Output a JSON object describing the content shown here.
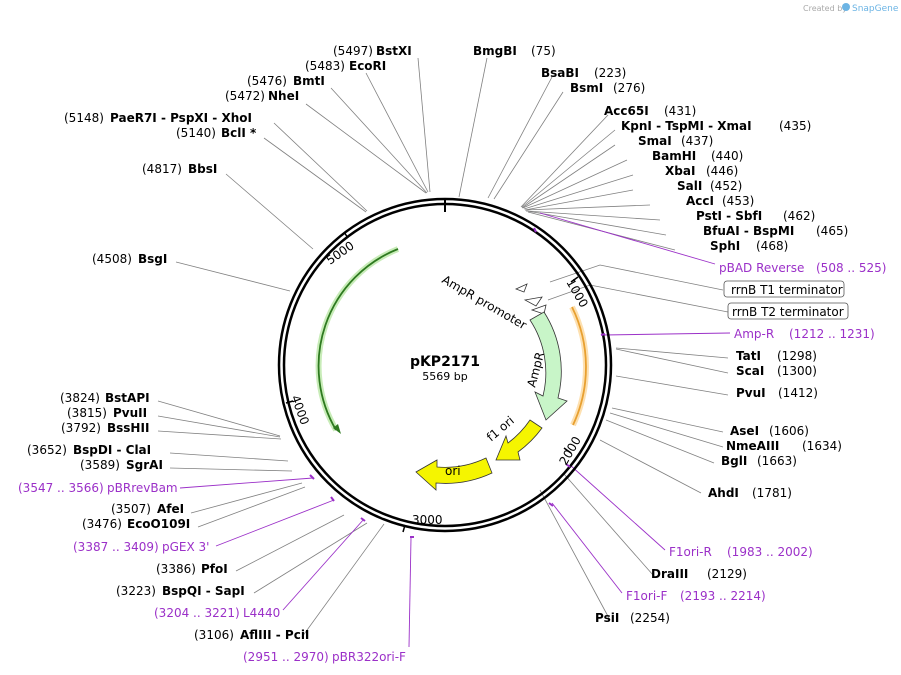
{
  "watermark": "Created by",
  "brand": "SnapGene",
  "plasmid": {
    "name": "pKP2171",
    "size": "5569 bp"
  },
  "ticks": [
    "1000",
    "2000",
    "3000",
    "4000",
    "5000"
  ],
  "features": {
    "ampr_promoter": "AmpR promoter",
    "ampr": "AmpR",
    "f1_ori": "f1 ori",
    "ori": "ori"
  },
  "terminators": [
    "rrnB T1 terminator",
    "rrnB T2 terminator"
  ],
  "enzymes": [
    {
      "pos": "(5497)",
      "name": "BstXI"
    },
    {
      "pos": "(5483)",
      "name": "EcoRI"
    },
    {
      "pos": "(5476)",
      "name": "BmtI"
    },
    {
      "pos": "(5472)",
      "name": "NheI"
    },
    {
      "pos": "(5148)",
      "name": "PaeR7I - PspXI - XhoI"
    },
    {
      "pos": "(5140)",
      "name": "BclI *"
    },
    {
      "pos": "(4817)",
      "name": "BbsI"
    },
    {
      "pos": "(4508)",
      "name": "BsgI"
    },
    {
      "pos": "(3824)",
      "name": "BstAPI"
    },
    {
      "pos": "(3815)",
      "name": "PvuII"
    },
    {
      "pos": "(3792)",
      "name": "BssHII"
    },
    {
      "pos": "(3652)",
      "name": "BspDI - ClaI"
    },
    {
      "pos": "(3589)",
      "name": "SgrAI"
    },
    {
      "pos": "(3507)",
      "name": "AfeI"
    },
    {
      "pos": "(3476)",
      "name": "EcoO109I"
    },
    {
      "pos": "(3386)",
      "name": "PfoI"
    },
    {
      "pos": "(3223)",
      "name": "BspQI - SapI"
    },
    {
      "pos": "(3106)",
      "name": "AflIII - PciI"
    },
    {
      "name": "BmgBI",
      "pos": "(75)"
    },
    {
      "name": "BsaBI",
      "pos": "(223)"
    },
    {
      "name": "BsmI",
      "pos": "(276)"
    },
    {
      "name": "Acc65I",
      "pos": "(431)"
    },
    {
      "name": "KpnI - TspMI - XmaI",
      "pos": "(435)"
    },
    {
      "name": "SmaI",
      "pos": "(437)"
    },
    {
      "name": "BamHI",
      "pos": "(440)"
    },
    {
      "name": "XbaI",
      "pos": "(446)"
    },
    {
      "name": "SalI",
      "pos": "(452)"
    },
    {
      "name": "AccI",
      "pos": "(453)"
    },
    {
      "name": "PstI - SbfI",
      "pos": "(462)"
    },
    {
      "name": "BfuAI - BspMI",
      "pos": "(465)"
    },
    {
      "name": "SphI",
      "pos": "(468)"
    },
    {
      "name": "TatI",
      "pos": "(1298)"
    },
    {
      "name": "ScaI",
      "pos": "(1300)"
    },
    {
      "name": "PvuI",
      "pos": "(1412)"
    },
    {
      "name": "AseI",
      "pos": "(1606)"
    },
    {
      "name": "NmeAIII",
      "pos": "(1634)"
    },
    {
      "name": "BglI",
      "pos": "(1663)"
    },
    {
      "name": "AhdI",
      "pos": "(1781)"
    },
    {
      "name": "DraIII",
      "pos": "(2129)"
    },
    {
      "name": "PsiI",
      "pos": "(2254)"
    }
  ],
  "primers": [
    {
      "name": "pBAD Reverse",
      "range": "(508 .. 525)"
    },
    {
      "name": "Amp-R",
      "range": "(1212 .. 1231)"
    },
    {
      "name": "F1ori-R",
      "range": "(1983 .. 2002)"
    },
    {
      "name": "F1ori-F",
      "range": "(2193 .. 2214)"
    },
    {
      "name": "pBRrevBam",
      "range": "(3547 .. 3566)"
    },
    {
      "name": "pGEX 3'",
      "range": "(3387 .. 3409)"
    },
    {
      "name": "L4440",
      "range": "(3204 .. 3221)"
    },
    {
      "name": "pBR322ori-F",
      "range": "(2951 .. 2970)"
    }
  ],
  "colors": {
    "backbone": "#000000",
    "ampr": "#c8f5c8",
    "ori": "#f5f500",
    "primer": "#9b30c8",
    "tick_line": "#808080",
    "orange_arc": "#e8a030",
    "green_arc": "#4a9a30"
  }
}
